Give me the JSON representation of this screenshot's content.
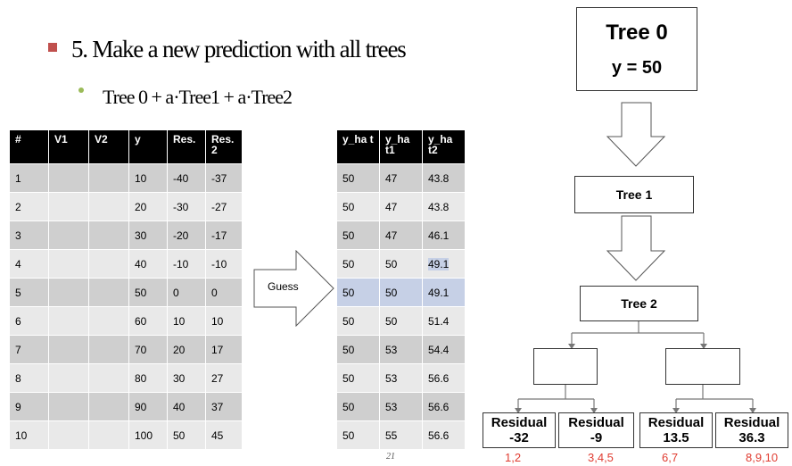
{
  "slide": {
    "title": "5. Make a new prediction with all trees",
    "subtitle": "Tree 0 + a·Tree1 + a·Tree2",
    "page_number": "21",
    "bullet_color": "#c0504d",
    "sub_bullet_color": "#9bbb59"
  },
  "main_table": {
    "headers": [
      "#",
      "V1",
      "V2",
      "y",
      "Res.",
      "Res. 2"
    ],
    "rows": [
      [
        "1",
        "",
        "",
        "10",
        "-40",
        "-37"
      ],
      [
        "2",
        "",
        "",
        "20",
        "-30",
        "-27"
      ],
      [
        "3",
        "",
        "",
        "30",
        "-20",
        "-17"
      ],
      [
        "4",
        "",
        "",
        "40",
        "-10",
        "-10"
      ],
      [
        "5",
        "",
        "",
        "50",
        "0",
        "0"
      ],
      [
        "6",
        "",
        "",
        "60",
        "10",
        "10"
      ],
      [
        "7",
        "",
        "",
        "70",
        "20",
        "17"
      ],
      [
        "8",
        "",
        "",
        "80",
        "30",
        "27"
      ],
      [
        "9",
        "",
        "",
        "90",
        "40",
        "37"
      ],
      [
        "10",
        "",
        "",
        "100",
        "50",
        "45"
      ]
    ]
  },
  "guess_arrow": {
    "label": "Guess"
  },
  "pred_table": {
    "headers": [
      "y_ha t",
      "y_ha t1",
      "y_ha t2"
    ],
    "rows": [
      [
        "50",
        "47",
        "43.8"
      ],
      [
        "50",
        "47",
        "43.8"
      ],
      [
        "50",
        "47",
        "46.1"
      ],
      [
        "50",
        "50",
        "49.1"
      ],
      [
        "50",
        "50",
        "49.1"
      ],
      [
        "50",
        "50",
        "51.4"
      ],
      [
        "50",
        "53",
        "54.4"
      ],
      [
        "50",
        "53",
        "56.6"
      ],
      [
        "50",
        "53",
        "56.6"
      ],
      [
        "50",
        "55",
        "56.6"
      ]
    ],
    "highlight_color": "#c6d0e6"
  },
  "diagram": {
    "tree0": {
      "title": "Tree 0",
      "value": "y = 50"
    },
    "tree1": {
      "title": "Tree 1"
    },
    "tree2": {
      "title": "Tree 2"
    },
    "residuals": [
      {
        "title": "Residual",
        "value": "-32",
        "label": "1,2"
      },
      {
        "title": "Residual",
        "value": "-9",
        "label": "3,4,5"
      },
      {
        "title": "Residual",
        "value": "13.5",
        "label": "6,7"
      },
      {
        "title": "Residual",
        "value": "36.3",
        "label": "8,9,10"
      }
    ],
    "residual_label_color": "#e03c31"
  }
}
